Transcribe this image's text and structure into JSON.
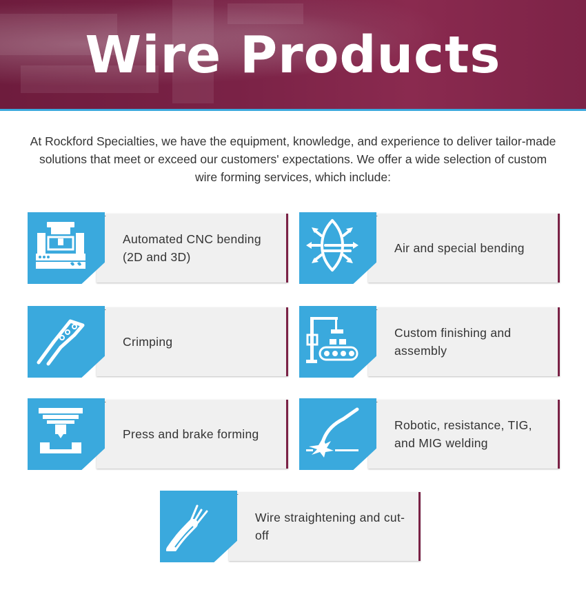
{
  "hero": {
    "title": "Wire Products"
  },
  "intro": "At Rockford Specialties, we have the equipment, knowledge, and experience to deliver tailor-made solutions that meet or exceed our customers' expectations. We offer a wide selection of custom wire forming services, which include:",
  "services": [
    {
      "label": "Automated CNC bending (2D and 3D)",
      "icon": "cnc-machine-icon"
    },
    {
      "label": "Air and special bending",
      "icon": "air-bending-icon"
    },
    {
      "label": "Crimping",
      "icon": "crimping-tool-icon"
    },
    {
      "label": "Custom finishing and assembly",
      "icon": "assembly-line-icon"
    },
    {
      "label": "Press and brake forming",
      "icon": "press-brake-icon"
    },
    {
      "label": "Robotic, resistance, TIG, and MIG welding",
      "icon": "welding-torch-icon"
    },
    {
      "label": "Wire straightening and cut-off",
      "icon": "wire-cable-icon"
    }
  ],
  "colors": {
    "maroon": "#7a2246",
    "blue": "#3aa9dd",
    "panel": "#f0f0f0"
  }
}
